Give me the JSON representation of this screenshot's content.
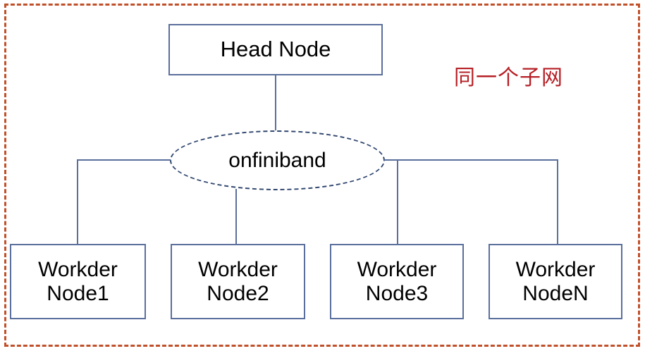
{
  "diagram": {
    "subnet_frame_label": "同一个子网",
    "subnet_frame_color": "#c0502a",
    "subnet_label_color": "#b52026",
    "node_border_color": "#5a6f9c",
    "fabric_border_color": "#2f456e",
    "connector_color": "#5a6f9c",
    "head_node": {
      "label": "Head Node"
    },
    "fabric": {
      "label": "onfiniband"
    },
    "workers": [
      {
        "label": "Workder\nNode1"
      },
      {
        "label": "Workder\nNode2"
      },
      {
        "label": "Workder\nNode3"
      },
      {
        "label": "Workder\nNodeN"
      }
    ]
  }
}
